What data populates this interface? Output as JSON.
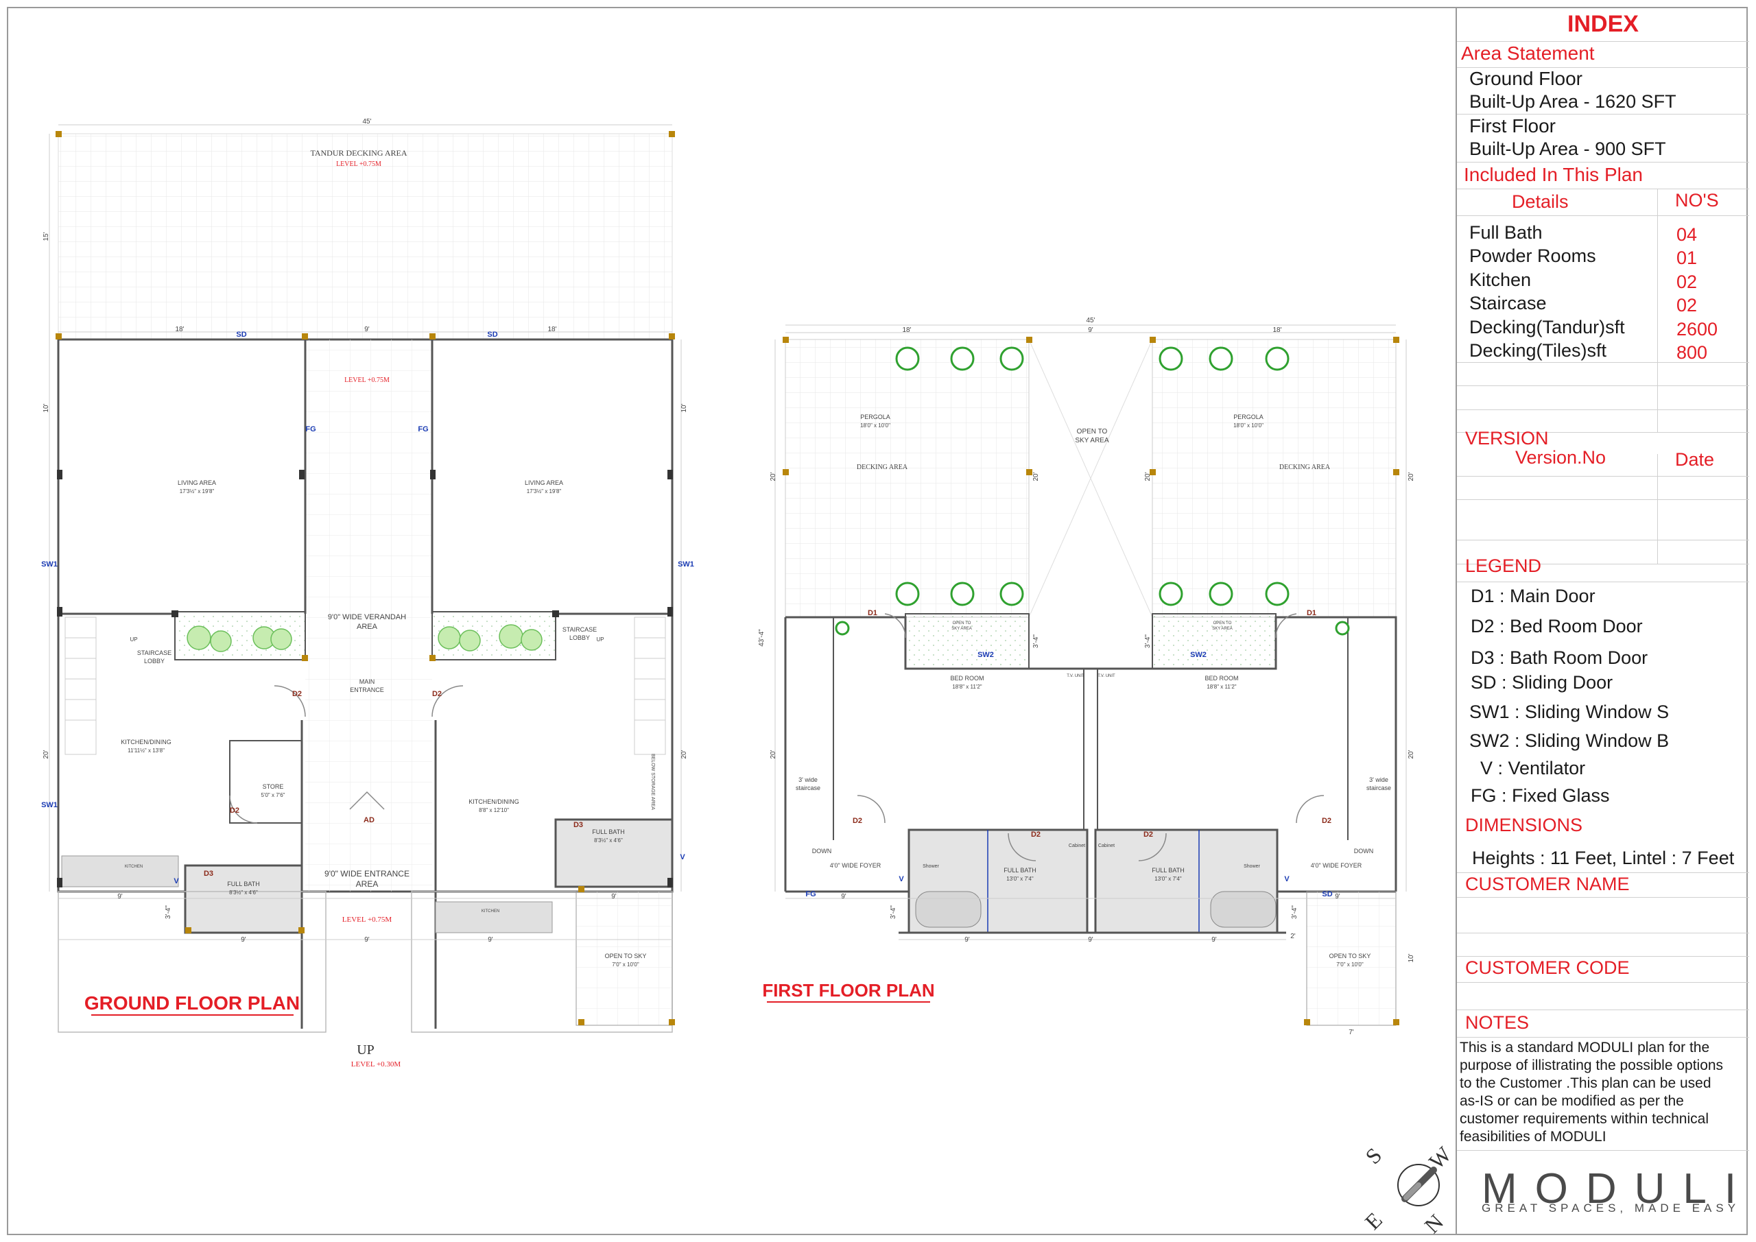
{
  "ground_floor": {
    "title": "GROUND FLOOR PLAN",
    "dims": {
      "top": "45'",
      "deck_side": "15'",
      "left18": "18'",
      "mid9": "9'",
      "right18": "18'",
      "side10": "10'",
      "side20": "20'",
      "bot9a": "9'",
      "bot9b": "9'",
      "bot9c": "9'",
      "bot9d": "9'",
      "bot4": "3'-4\"",
      "bot9e": "9'"
    },
    "deck_label": "TANDUR DECKING AREA",
    "deck_level": "LEVEL +0.75M",
    "level_mid": "LEVEL +0.75M",
    "level_bottom": "LEVEL +0.75M",
    "living_left": {
      "name": "LIVING AREA",
      "size": "17'3½\" x 19'8\""
    },
    "living_right": {
      "name": "LIVING AREA",
      "size": "17'3½\" x 19'8\""
    },
    "verandah": [
      "9'0\" WIDE VERANDAH",
      "AREA"
    ],
    "main_entrance": [
      "MAIN",
      "ENTRANCE"
    ],
    "staircase_left": [
      "STAIRCASE",
      "LOBBY"
    ],
    "staircase_right": [
      "STAIRCASE",
      "LOBBY"
    ],
    "up_left": "UP",
    "up_right": "UP",
    "kitchen_left": {
      "name": "KITCHEN/DINING",
      "size": "11'11½\" x 13'8\""
    },
    "kitchen_right": {
      "name": "KITCHEN/DINING",
      "size": "8'8\" x 12'10\""
    },
    "store": {
      "name": "STORE",
      "size": "5'0\" x 7'6\""
    },
    "bath_left": {
      "name": "FULL BATH",
      "size": "8'3½\" x 4'6\""
    },
    "bath_right": {
      "name": "FULL BATH",
      "size": "8'3½\" x 4'6\""
    },
    "entrance_area": [
      "9'0\" WIDE ENTRANCE",
      "AREA"
    ],
    "open_sky": {
      "name": "OPEN TO SKY",
      "size": "7'0\" x 10'0\""
    },
    "below_storage": "BELOW STORAGE AREA",
    "kitchen_tag_left": "KITCHEN",
    "kitchen_tag_right": "KITCHEN",
    "up_main": "UP",
    "level_main": "LEVEL +0.30M",
    "tags": {
      "sd_l": "SD",
      "sd_r": "SD",
      "fg_l": "FG",
      "fg_r": "FG",
      "sw1_a": "SW1",
      "sw1_b": "SW1",
      "sw1_c": "SW1",
      "d2_a": "D2",
      "d2_b": "D2",
      "d2_c": "D2",
      "d3_a": "D3",
      "d3_b": "D3",
      "ad": "AD",
      "v_a": "V",
      "v_b": "V"
    }
  },
  "first_floor": {
    "title": "FIRST FLOOR PLAN",
    "dims": {
      "top": "45'",
      "left18": "18'",
      "mid9": "9'",
      "right18": "18'",
      "side20a": "20'",
      "side20b": "20'",
      "side20c": "20'",
      "side20d": "20'",
      "side43": "43'-4\"",
      "side20e": "20'",
      "side20f": "20'",
      "side34a": "3'-4\"",
      "side34b": "3'-4\"",
      "bot9a": "9'",
      "bot9b": "9'",
      "bot9c": "9'",
      "bot9d": "9'",
      "bot9e": "9'",
      "bot34": "3'-4\"",
      "bot2": "2'",
      "sky10": "10'",
      "sky7": "7'",
      "bot34b": "3'-4\""
    },
    "pergola_left": {
      "name": "PERGOLA",
      "size": "18'0\" x 10'0\""
    },
    "pergola_right": {
      "name": "PERGOLA",
      "size": "18'0\" x 10'0\""
    },
    "open_sky_mid": [
      "OPEN TO",
      "SKY AREA"
    ],
    "decking_left": "DECKING AREA",
    "decking_right": "DECKING AREA",
    "open_sky_small_left": [
      "OPEN TO",
      "SKY AREA"
    ],
    "open_sky_small_right": [
      "OPEN TO",
      "SKY AREA"
    ],
    "bed_left": {
      "name": "BED ROOM",
      "size": "18'8\" x 11'2\""
    },
    "bed_right": {
      "name": "BED ROOM",
      "size": "18'8\" x 11'2\""
    },
    "tv_left": "T.V. UNIT",
    "tv_right": "T.V. UNIT",
    "stair_left": [
      "3' wide",
      "staircase"
    ],
    "stair_right": [
      "3' wide",
      "staircase"
    ],
    "down_left": "DOWN",
    "down_right": "DOWN",
    "foyer_left": "4'0\" WIDE FOYER",
    "foyer_right": "4'0\" WIDE FOYER",
    "bath_left": {
      "name": "FULL BATH",
      "size": "13'0\" x 7'4\""
    },
    "bath_right": {
      "name": "FULL BATH",
      "size": "13'0\" x 7'4\""
    },
    "shower_left": "Shower",
    "shower_right": "Shower",
    "cabinet_left": "Cabinet",
    "cabinet_right": "Cabinet",
    "open_sky_right": {
      "name": "OPEN TO SKY",
      "size": "7'0\" x 10'0\""
    },
    "tags": {
      "d1_l": "D1",
      "d1_r": "D1",
      "sw2_l": "SW2",
      "sw2_r": "SW2",
      "d2_a": "D2",
      "d2_b": "D2",
      "d2_c": "D2",
      "d2_d": "D2",
      "fg": "FG",
      "sd": "SD",
      "v_l": "V",
      "v_r": "V"
    }
  },
  "compass": {
    "s": "S",
    "w": "W",
    "e": "E",
    "n": "N"
  },
  "index": {
    "title": "INDEX",
    "area_statement": "Area Statement",
    "ground_floor": "Ground Floor",
    "ground_area": "Built-Up  Area - 1620 SFT",
    "first_floor": "First Floor",
    "first_area": "Built-Up  Area - 900 SFT",
    "included": "Included In This Plan",
    "col_details": "Details",
    "col_nos": "NO'S",
    "items": [
      {
        "name": "Full Bath",
        "count": "04"
      },
      {
        "name": "Powder Rooms",
        "count": "01"
      },
      {
        "name": "Kitchen",
        "count": "02"
      },
      {
        "name": "Staircase",
        "count": "02"
      },
      {
        "name": "Decking(Tandur)sft",
        "count": "2600"
      },
      {
        "name": "Decking(Tiles)sft",
        "count": "800"
      }
    ],
    "version": "VERSION",
    "version_no": "Version.No",
    "date": "Date",
    "legend_title": "LEGEND",
    "legend": [
      "D1 : Main Door",
      "D2 : Bed Room Door",
      "D3 : Bath Room Door",
      "SD : Sliding Door",
      "SW1 : Sliding Window S",
      "SW2 : Sliding Window B",
      "V    : Ventilator",
      "FG    : Fixed Glass"
    ],
    "dimensions": "DIMENSIONS",
    "heights": "Heights : 11 Feet, Lintel : 7 Feet",
    "customer_name": "CUSTOMER NAME",
    "customer_code": "CUSTOMER CODE",
    "notes_title": "NOTES",
    "notes": [
      "This is a standard MODULI plan for the",
      "purpose of illistrating the possible options",
      "to the Customer .This plan can be used",
      "as-IS or can be modified as per the",
      "customer requirements within technical",
      "feasibilities of MODULI"
    ],
    "logo": "MODULI",
    "tagline": "GREAT SPACES, MADE EASY"
  },
  "colors": {
    "accent_red": "#e41e26",
    "tag_blue": "#1a3bb3",
    "tag_brown": "#8b2a1a",
    "wall": "#666666",
    "column": "#b8860b",
    "tree": "#2fa12f"
  }
}
